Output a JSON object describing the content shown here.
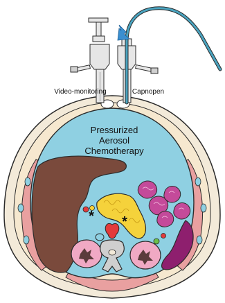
{
  "labels": {
    "left_instrument": "Video-monitoring",
    "right_instrument": "Capnopen",
    "center_line1": "Pressurized",
    "center_line2": "Aerosol",
    "center_line3": "Chemotherapy",
    "asterisk": "*"
  },
  "colors": {
    "outline": "#2b2b2b",
    "skin": "#f3ead9",
    "fat": "#f6e8cf",
    "muscle": "#e9a0a0",
    "peritoneal_cavity": "#8fd0e2",
    "peritoneal_cavity_dark": "#4aa3bf",
    "liver": "#7a4a3c",
    "pancreas": "#f5d23b",
    "small_bowel": "#c44a9a",
    "spleen": "#8e1f6e",
    "kidney": "#f0a9c4",
    "spine": "#cfcfcf",
    "aorta": "#e33b3b",
    "vena": "#4aa3bf",
    "instrument": "#e6e6e6",
    "tube": "#4aa3bf",
    "arrow": "#3b8fd0"
  },
  "icons": [
    "trocar-left-icon",
    "trocar-right-icon",
    "injection-arrow-icon"
  ]
}
